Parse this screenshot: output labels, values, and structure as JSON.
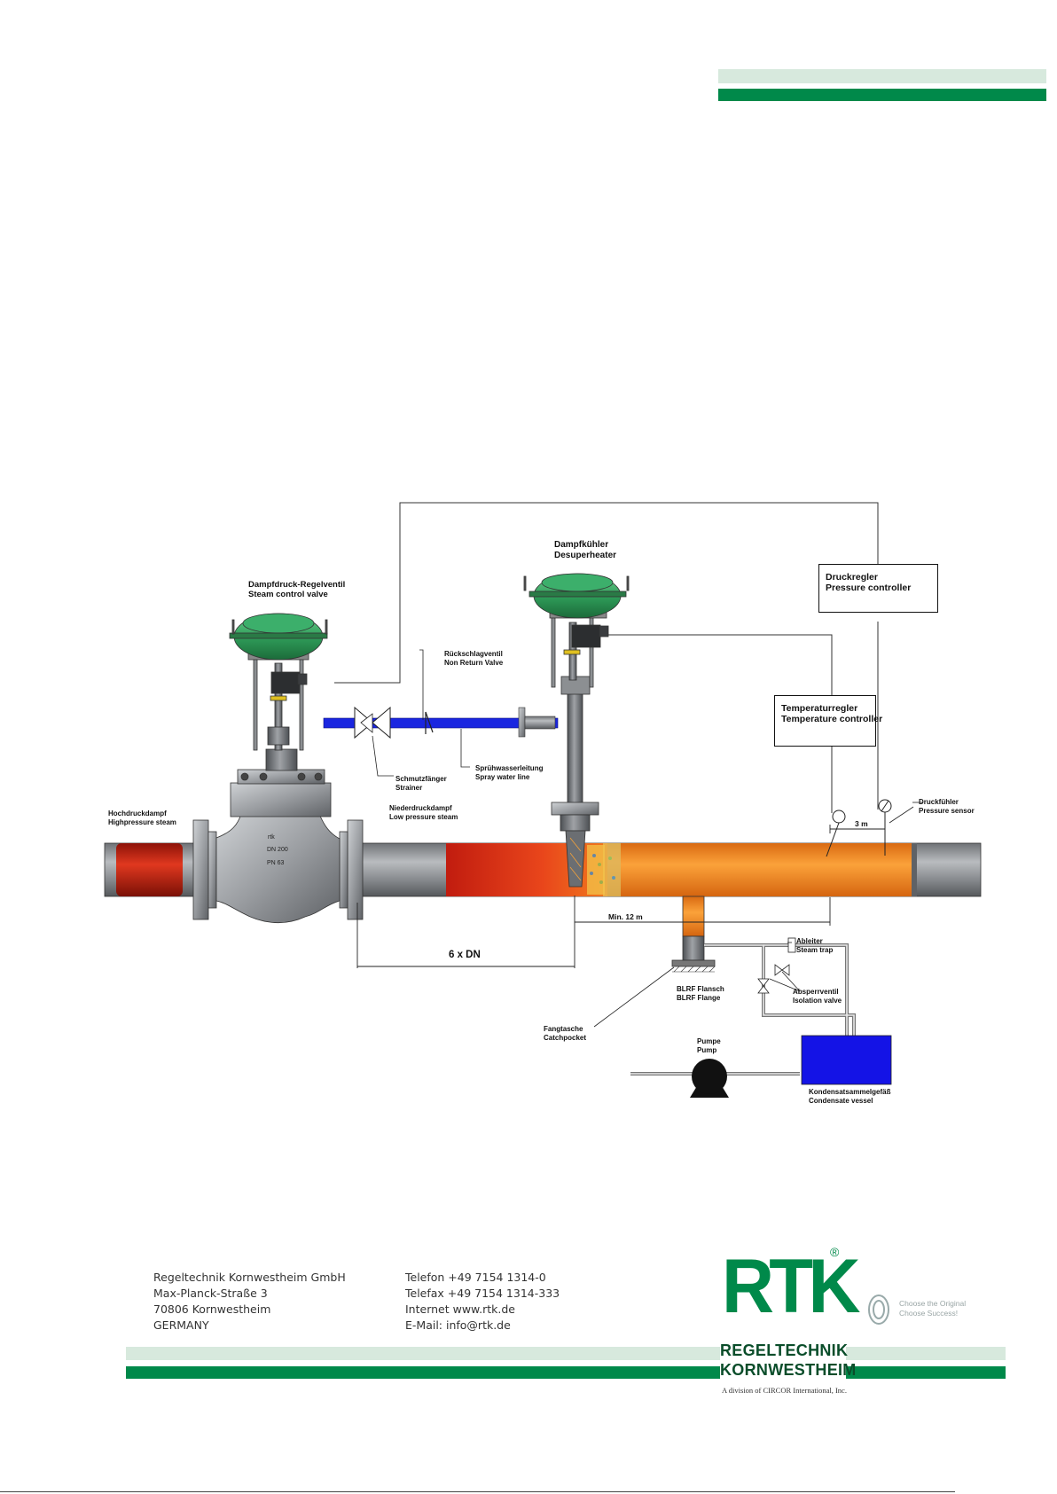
{
  "labels": {
    "steam_valve": [
      "Dampfdruck-Regelventil",
      "Steam control valve"
    ],
    "desuperheater": [
      "Dampfkühler",
      "Desuperheater"
    ],
    "non_return": [
      "Rückschlagventil",
      "Non Return Valve"
    ],
    "strainer": [
      "Schmutzfänger",
      "Strainer"
    ],
    "spray_line": [
      "Sprühwasserleitung",
      "Spray water line"
    ],
    "hp_steam": [
      "Hochdruckdampf",
      "Highpressure steam"
    ],
    "lp_steam": [
      "Niederdruckdampf",
      "Low pressure steam"
    ],
    "pressure_controller": [
      "Druckregler",
      "Pressure controller"
    ],
    "temperature_controller": [
      "Temperaturregler",
      "Temperature controller"
    ],
    "pressure_sensor": [
      "Druckfühler",
      "Pressure sensor"
    ],
    "steam_trap": [
      "Ableiter",
      "Steam trap"
    ],
    "isolation_valve": [
      "Absperrventil",
      "Isolation valve"
    ],
    "blrf_flange": [
      "BLRF Flansch",
      "BLRF Flange"
    ],
    "catchpocket": [
      "Fangtasche",
      "Catchpocket"
    ],
    "pump": [
      "Pumpe",
      "Pump"
    ],
    "condensate_vessel": [
      "Kondensatsammelgefäß",
      "Condensate vessel"
    ]
  },
  "dimensions": {
    "six_dn": "6 x DN",
    "min_12m": "Min. 12 m",
    "three_m": "3 m"
  },
  "valve_marking": [
    "rtk",
    "DN 200",
    "PN 63"
  ],
  "footer": {
    "address": [
      "Regeltechnik Kornwestheim GmbH",
      "Max-Planck-Straße 3",
      "70806 Kornwestheim",
      "GERMANY"
    ],
    "contact": [
      "Telefon  +49 7154 1314-0",
      "Telefax  +49 7154 1314-333",
      "Internet www.rtk.de",
      "E-Mail: info@rtk.de"
    ]
  },
  "brand": {
    "logo_letters": "RTK",
    "registered": "®",
    "name_line1": "REGELTECHNIK",
    "name_line2": "KORNWESTHEIM",
    "division": "A division of CIRCOR International, Inc.",
    "slogan": [
      "Choose the Original",
      "Choose Success!"
    ]
  },
  "colors": {
    "green_dark": "#00894a",
    "green_light": "#d7e9dd",
    "steam_hot": "#d0201a",
    "steam_orange": "#f5851f",
    "water_blue": "#1a26e0",
    "actuator_green": "#2f9e5a"
  }
}
